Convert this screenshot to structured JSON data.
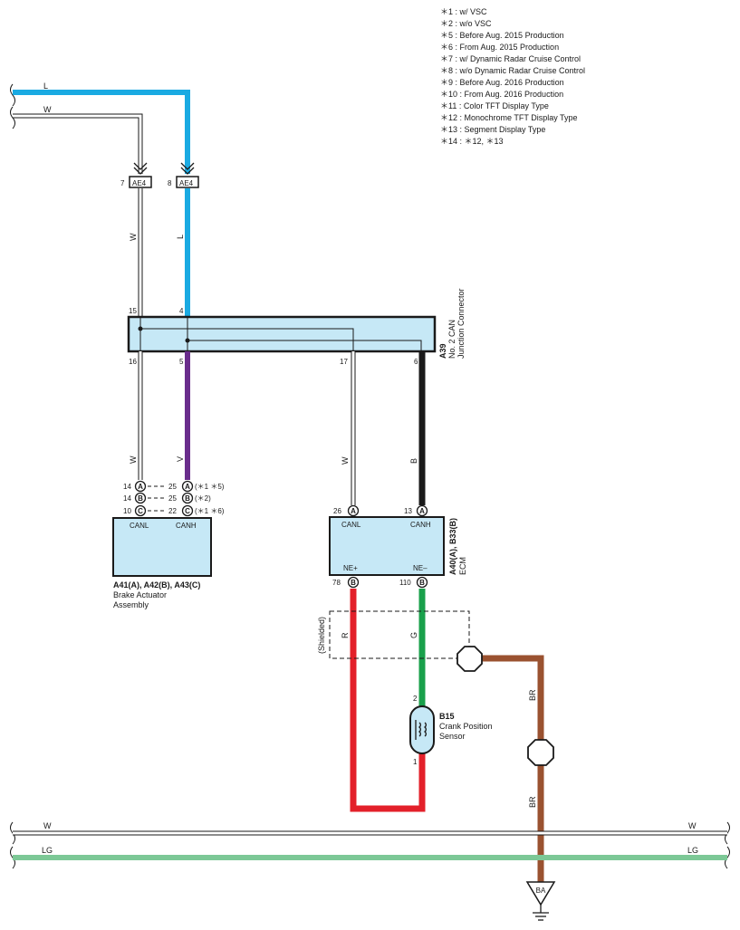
{
  "notes": [
    "＊1 : w/ VSC",
    "＊2 : w/o VSC",
    "＊5 : Before Aug.  2015 Production",
    "＊6 : From Aug.  2015 Production",
    "＊7 : w/ Dynamic Radar Cruise Control",
    "＊8 : w/o Dynamic Radar Cruise Control",
    "＊9 : Before Aug.  2016 Production",
    "＊10 : From Aug.  2016 Production",
    "＊11 : Color TFT Display Type",
    "＊12 : Monochrome TFT Display Type",
    "＊13 : Segment Display Type",
    "＊14 : ＊12,  ＊13"
  ],
  "colors": {
    "L": "#1aaae2",
    "V": "#6a2d8c",
    "B": "#1a1a1a",
    "R": "#e3202a",
    "G": "#19a04b",
    "BR": "#9a5230",
    "LG": "#7cc896",
    "W": "#ffffff",
    "box_fill": "#c6e8f6"
  },
  "wire_labels": {
    "top_L": "L",
    "top_W": "W",
    "ae4_left_W": "W",
    "ae4_right_L": "L",
    "brake_W": "W",
    "brake_V": "V",
    "ecm_W": "W",
    "ecm_B": "B",
    "shield_R": "R",
    "shield_G": "G",
    "ground_BR_1": "BR",
    "ground_BR_2": "BR",
    "bottom_W_left": "W",
    "bottom_W_right": "W",
    "bottom_LG_left": "LG",
    "bottom_LG_right": "LG"
  },
  "ae4": {
    "left_pin": "7",
    "left_name": "AE4",
    "right_pin": "8",
    "right_name": "AE4"
  },
  "junction": {
    "pins_top": [
      "15",
      "4"
    ],
    "pins_bottom": [
      "16",
      "5",
      "17",
      "6"
    ],
    "code": "A39",
    "name_line1": "No. 2 CAN",
    "name_line2": "Junction Connector"
  },
  "brake": {
    "rows": [
      {
        "left_pin": "14",
        "left_letter": "A",
        "right_pin": "25",
        "right_letter": "A",
        "note": "(＊1 ＊5)"
      },
      {
        "left_pin": "14",
        "left_letter": "B",
        "right_pin": "25",
        "right_letter": "B",
        "note": "(＊2)"
      },
      {
        "left_pin": "10",
        "left_letter": "C",
        "right_pin": "22",
        "right_letter": "C",
        "note": "(＊1 ＊6)"
      }
    ],
    "canl": "CANL",
    "canh": "CANH",
    "code": "A41(A), A42(B), A43(C)",
    "name_line1": "Brake Actuator",
    "name_line2": "Assembly"
  },
  "ecm": {
    "top_left_pin": "26",
    "top_left_letter": "A",
    "top_right_pin": "13",
    "top_right_letter": "A",
    "canl": "CANL",
    "canh": "CANH",
    "ne_plus": "NE+",
    "ne_minus": "NE–",
    "bottom_left_pin": "78",
    "bottom_left_letter": "B",
    "bottom_right_pin": "110",
    "bottom_right_letter": "B",
    "code": "A40(A), B33(B)",
    "name": "ECM"
  },
  "shield": {
    "label": "(Shielded)"
  },
  "sensor": {
    "code": "B15",
    "name_line1": "Crank Position",
    "name_line2": "Sensor",
    "pin_top": "2",
    "pin_bottom": "1"
  },
  "ground": {
    "label": "BA"
  }
}
